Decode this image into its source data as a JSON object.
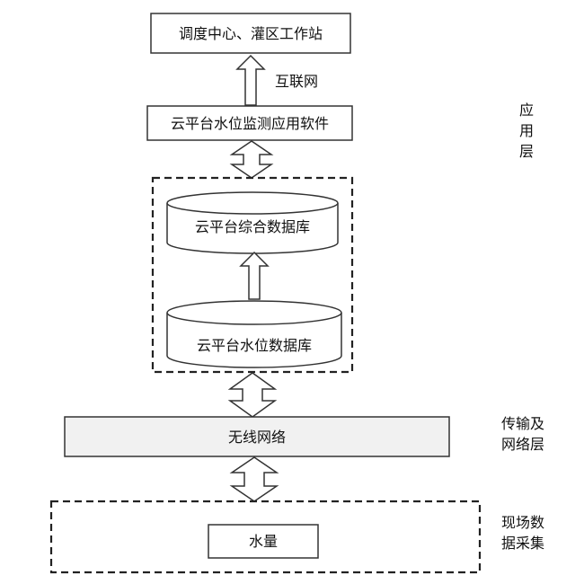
{
  "nodes": {
    "dispatch": "调度中心、灌区工作站",
    "internet": "互联网",
    "software": "云平台水位监测应用软件",
    "integrated_db": "云平台综合数据库",
    "water_db": "云平台水位数据库",
    "wireless": "无线网络",
    "water": "水量"
  },
  "layers": {
    "application": [
      "应",
      "用",
      "层"
    ],
    "transmission": [
      "传输及",
      "网络层"
    ],
    "field": [
      "现场数",
      "据采集"
    ]
  }
}
